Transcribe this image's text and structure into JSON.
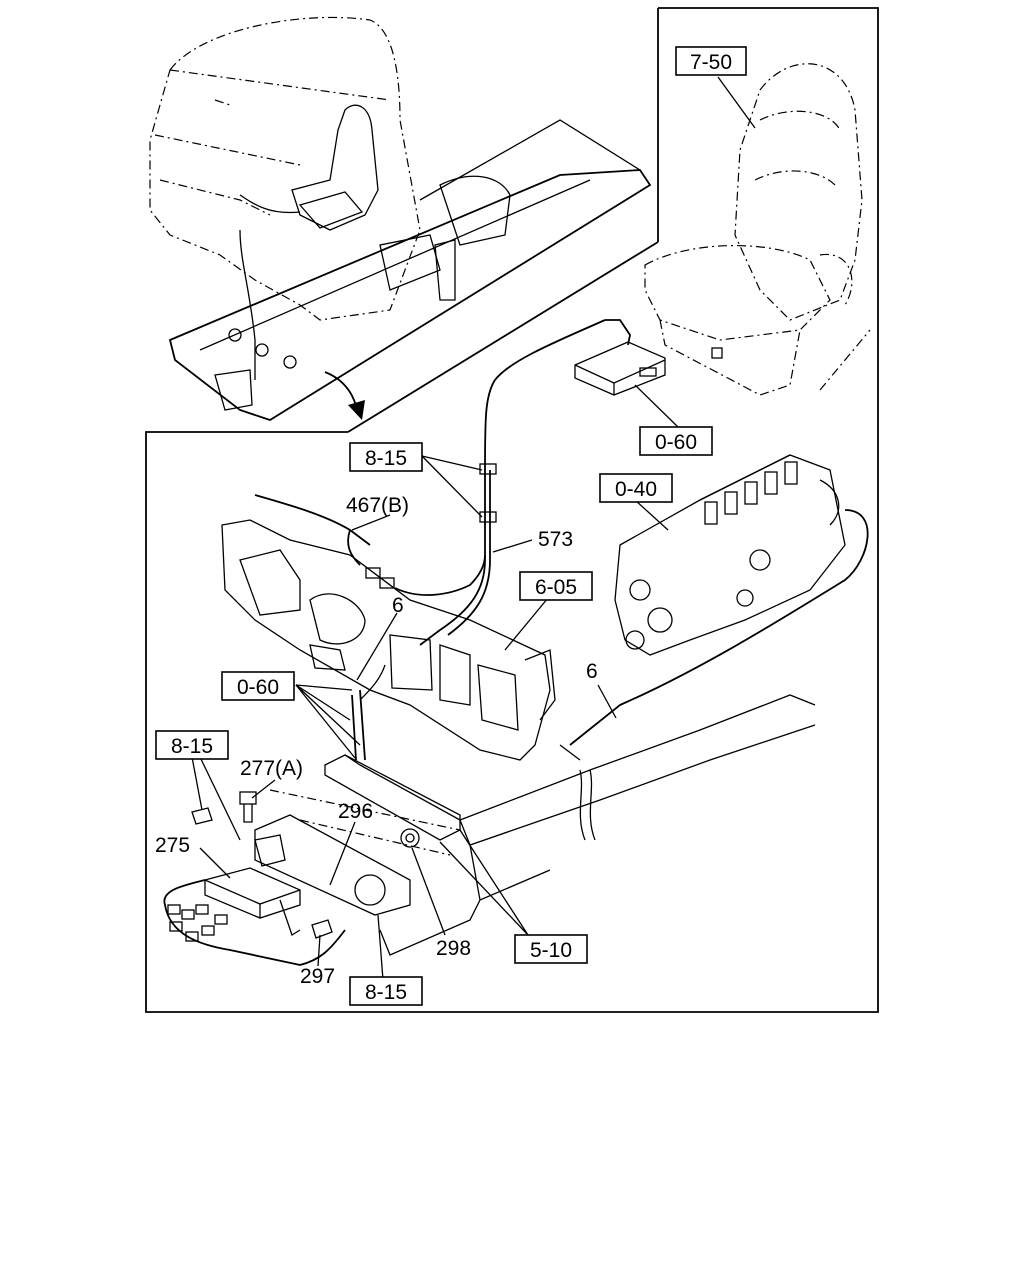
{
  "labels": {
    "ref_7_50": "7-50",
    "ref_0_60_top": "0-60",
    "ref_8_15_top": "8-15",
    "ref_467b": "467(B)",
    "ref_573": "573",
    "ref_0_40": "0-40",
    "ref_6_05": "6-05",
    "ref_6_upper": "6",
    "ref_0_60_mid": "0-60",
    "ref_6_right": "6",
    "ref_8_15_left": "8-15",
    "ref_277a": "277(A)",
    "ref_296": "296",
    "ref_275": "275",
    "ref_298": "298",
    "ref_5_10": "5-10",
    "ref_297": "297",
    "ref_8_15_bottom": "8-15"
  },
  "colors": {
    "ink": "#000000",
    "paper": "#ffffff"
  }
}
